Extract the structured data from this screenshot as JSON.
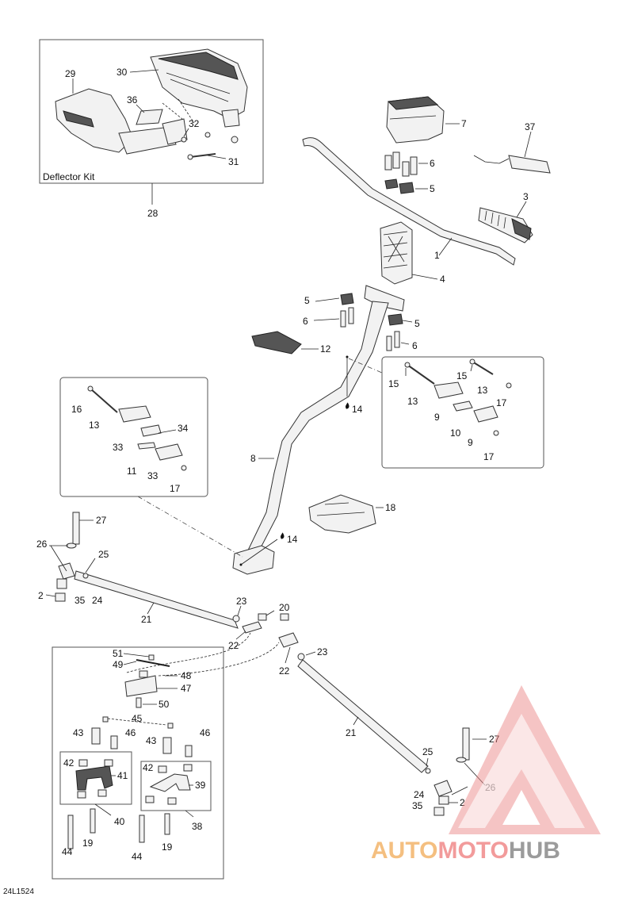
{
  "diagram": {
    "kit_label": "Deflector Kit",
    "drawing_ref": "24L1524",
    "labels": {
      "l28": "28",
      "l29": "29",
      "l30": "30",
      "l36": "36",
      "l32": "32",
      "l31": "31",
      "l7": "7",
      "l37": "37",
      "l6a": "6",
      "l5a": "5",
      "l3": "3",
      "l1": "1",
      "l4": "4",
      "l5b": "5",
      "l6b": "6",
      "l5c": "5",
      "l6c": "6",
      "l12": "12",
      "l14a": "14",
      "l15a": "15",
      "l15b": "15",
      "l13a": "13",
      "l13b": "13",
      "l17a": "17",
      "l9a": "9",
      "l10": "10",
      "l9b": "9",
      "l17b": "17",
      "l16": "16",
      "l13c": "13",
      "l34": "34",
      "l33a": "33",
      "l11": "11",
      "l33b": "33",
      "l17c": "17",
      "l8": "8",
      "l18": "18",
      "l27a": "27",
      "l26a": "26",
      "l25a": "25",
      "l2a": "2",
      "l35a": "35",
      "l24a": "24",
      "l14b": "14",
      "l21a": "21",
      "l23a": "23",
      "l20": "20",
      "l22a": "22",
      "l23b": "23",
      "l22b": "22",
      "l51": "51",
      "l49": "49",
      "l48": "48",
      "l47": "47",
      "l50": "50",
      "l45": "45",
      "l43a": "43",
      "l46a": "46",
      "l43b": "43",
      "l46b": "46",
      "l42a": "42",
      "l41": "41",
      "l42b": "42",
      "l39": "39",
      "l40": "40",
      "l38": "38",
      "l44a": "44",
      "l19a": "19",
      "l44b": "44",
      "l19b": "19",
      "l21b": "21",
      "l25b": "25",
      "l27b": "27",
      "l26b": "26",
      "l24b": "24",
      "l35b": "35",
      "l2b": "2"
    }
  },
  "watermark": {
    "part1": "AUTO",
    "part2": "MOTO",
    "part3": "HUB",
    "colors": {
      "auto": "#f3b46a",
      "moto": "#f08a8a",
      "hub": "#8a8a8a",
      "triangle": "#e98080"
    }
  }
}
